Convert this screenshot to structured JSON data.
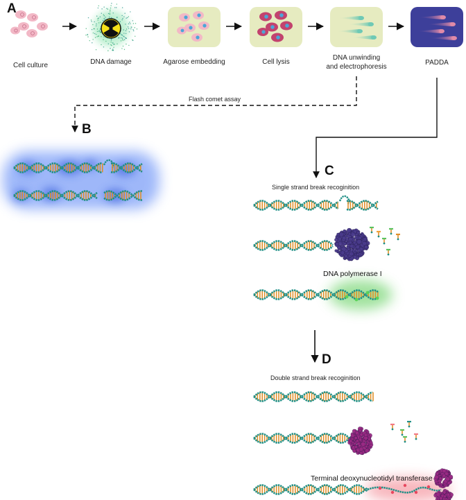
{
  "panels": {
    "a": "A",
    "b": "B",
    "c": "C",
    "d": "D"
  },
  "workflow_steps": [
    {
      "label": "Cell culture"
    },
    {
      "label": "DNA damage"
    },
    {
      "label": "Agarose embedding"
    },
    {
      "label": "Cell lysis"
    },
    {
      "label": "DNA unwinding\nand electrophoresis"
    },
    {
      "label": "PADDA"
    }
  ],
  "flash_comet_label": "Flash comet assay",
  "panel_c": {
    "title": "Single strand break recoginition",
    "enzyme": "DNA polymerase I"
  },
  "panel_d": {
    "title": "Double strand break recoginition",
    "enzyme": "Terminal deoxynucleotidyl transferase"
  },
  "colors": {
    "cell_pink": "#f2b8c6",
    "box_green": "#e6ebc0",
    "padda_blue": "#3d3f9a",
    "dna_teal": "#1f8f86",
    "dna_orange": "#e0902a",
    "polymerase": "#4a3b8c",
    "tdt": "#9a2a84",
    "glow_blue": "#4f7ef5",
    "glow_green": "#6ed36a",
    "glow_red": "#f27a86"
  }
}
